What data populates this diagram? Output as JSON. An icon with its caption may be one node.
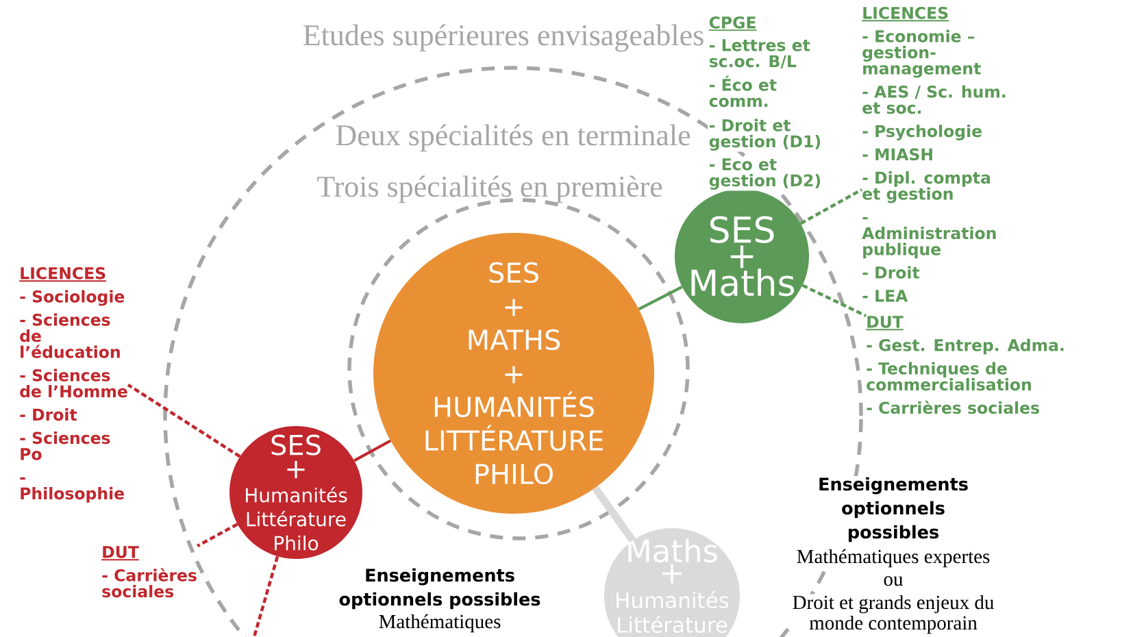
{
  "diagram": {
    "title": "Etudes supérieures envisageables",
    "nodes": [
      {
        "text": [
          "Deux spécialités en terminale"
        ]
      },
      {
        "text": [
          "Trois spécialités en première"
        ],
        "in": 0
      },
      {
        "text": [
          "SES + MATHS + HUMANITÉS LITTÉRATURE PHILO"
        ],
        "in": 1
      },
      {
        "text": [
          "SES + Maths"
        ],
        "in": 0
      },
      {
        "text": [
          "SES +",
          "Humanités Littérature Philo"
        ],
        "in": 0
      },
      {
        "text": [
          "Maths +",
          "Humanités Littérature"
        ],
        "in": 0
      },
      {
        "text": [
          "LICENCES",
          "- Economie – gestion-management",
          "- AES / Sc. hum. et soc.",
          "- Psychologie",
          "- MIASH",
          "- Dipl. compta et gestion",
          "- Administration publique",
          "- Droit",
          "- LEA"
        ]
      },
      {
        "text": [
          "DUT",
          "- Gest. Entrep. Adma.",
          "- Techniques de commercialisation",
          "- Carrières sociales"
        ]
      },
      {
        "text": [
          "LICENCES",
          "- Sociologie",
          "- Sciences de l’éducation",
          "- Sciences de l’Homme",
          "- Droit",
          "- Sciences Po",
          "- Philosophie"
        ]
      },
      {
        "text": [
          "DUT",
          "- Carrières sociales"
        ]
      }
    ],
    "edges": [
      {
        "from": 2,
        "to": 3,
        "arrow": "none",
        "color": "#5b9a57"
      },
      {
        "from": 2,
        "to": 4,
        "arrow": "none"
      },
      {
        "from": 2,
        "to": 5,
        "arrow": "none",
        "style": "thick",
        "color": "#dadada"
      },
      {
        "from": 3,
        "to": 6,
        "arrow": "none",
        "style": "dashed",
        "color": "#5b9a57"
      },
      {
        "from": 3,
        "to": 7,
        "arrow": "none",
        "style": "dashed",
        "color": "#5b9a57"
      },
      {
        "from": 4,
        "to": 8,
        "arrow": "none",
        "style": "dashed"
      },
      {
        "from": 4,
        "to": 9,
        "arrow": "none",
        "style": "dashed"
      },
      {
        "from": 4,
        "to": null,
        "arrow": "none",
        "style": "dashed"
      }
    ],
    "labels": [
      "CPGE",
      "- Lettres et sc.oc. B/L",
      "- Éco et comm.",
      "- Droit et gestion (D1)",
      "- Eco et gestion (D2)",
      "Enseignements optionnels possibles",
      "Mathématiques expertes",
      "ou",
      "Droit et grands enjeux du monde contemporain",
      "Enseignements optionnels possibles",
      "Mathématiques"
    ]
  }
}
